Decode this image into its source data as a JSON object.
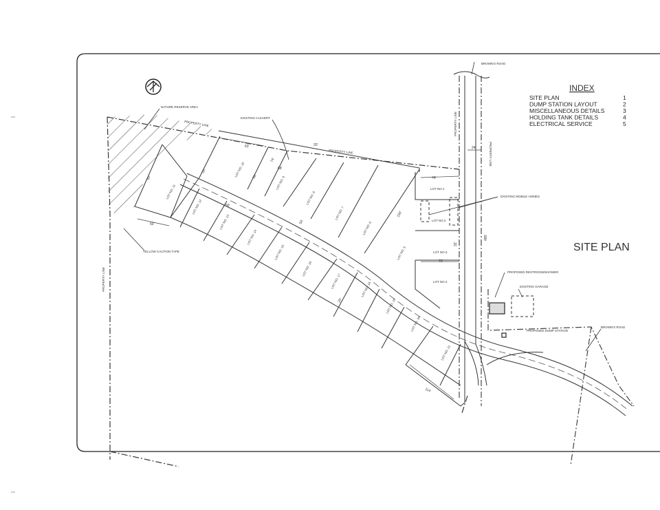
{
  "index": {
    "title": "INDEX",
    "items": [
      {
        "name": "SITE PLAN",
        "page": "1"
      },
      {
        "name": "DUMP STATION LAYOUT",
        "page": "2"
      },
      {
        "name": "MISCELLANEOUS DETAILS",
        "page": "3"
      },
      {
        "name": "HOLDING TANK DETAILS",
        "page": "4"
      },
      {
        "name": "ELECTRICAL SERVICE",
        "page": "5"
      }
    ]
  },
  "title": "SITE PLAN",
  "labels": {
    "browns_road_top": "BROWN'S ROAD",
    "browns_road_right": "BROWN'S ROAD",
    "nature_reserve": "NATURE RESERVE AREA",
    "property_line_top": "PROPERTY LINE",
    "property_line_mid": "PROPERTY LINE",
    "property_line_left": "PROPERTY LINE",
    "property_line_road_left": "PROPERTY LINE",
    "property_line_road_right": "PROPERTY LINE",
    "existing_culvert": "EXISTING CULVERT",
    "existing_mobile_homes": "EXISTING MOBILE HOMES",
    "yellow_caution_tape": "YELLOW CAUTION TAPE",
    "proposed_restroom": "PROPOSED RESTROOM/SHOWER",
    "existing_garage": "EXISTING GARAGE",
    "proposed_dump_station": "PROPOSED DUMP STATION"
  },
  "lots": {
    "lot1": "LOT NO.1",
    "lot2": "LOT NO.2",
    "lot3": "LOT NO.3",
    "lot4": "LOT NO.4",
    "lot5": "LOT NO. 5",
    "lot6": "LOT NO. 6",
    "lot7": "LOT NO. 7",
    "lot8": "LOT NO. 8",
    "lot9": "LOT NO. 9",
    "lot10": "LOT NO. 10",
    "lot11": "LOT NO. 11",
    "lot12": "LOT NO. 12",
    "lot13": "LOT NO. 13",
    "lot14": "LOT NO. 14",
    "lot15": "LOT NO. 15",
    "lot16": "LOT NO. 16",
    "lot17": "LOT NO. 17",
    "lot18": "LOT NO. 18",
    "lot19": "LOT NO. 19",
    "lot20": "LOT NO. 20",
    "lot21": "LOT NO. 21"
  },
  "dimensions": {
    "d_74": "74'",
    "d_24": "24'",
    "d_485": "485'",
    "d_50a": "50'",
    "d_50b": "50'",
    "d_50c": "50'",
    "d_50d": "50'",
    "d_50e": "50'",
    "d_20a": "20'",
    "d_20b": "20'",
    "d_20c": "20'",
    "d_63": "63'",
    "d_68": "68'",
    "d_74b": "74'",
    "d_150": "150'",
    "d_114": "114'",
    "d_70": "70'",
    "d_32": "32'"
  }
}
